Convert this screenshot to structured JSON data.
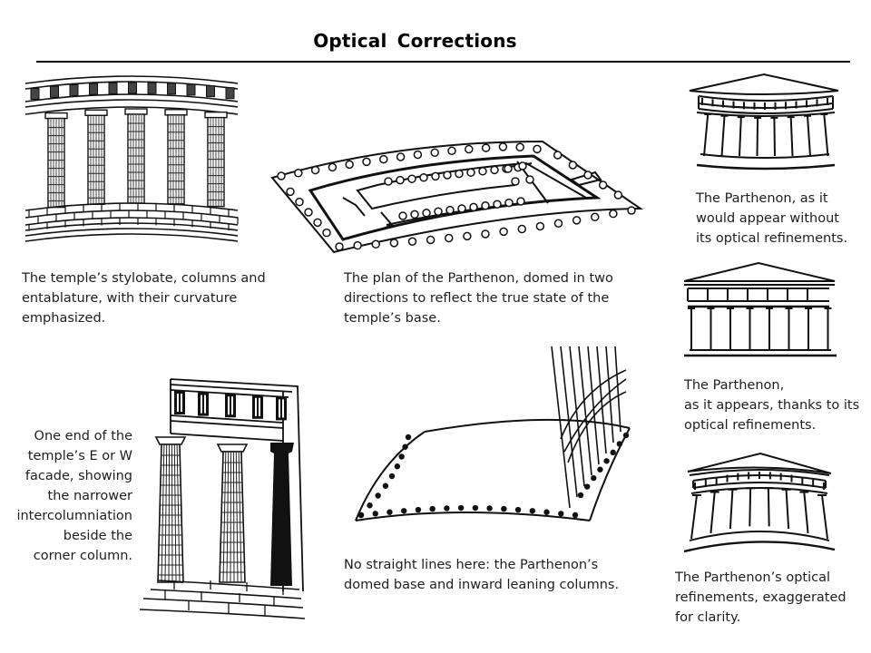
{
  "page": {
    "title": "Optical Corrections"
  },
  "figures": [
    {
      "id": "curved-colonnade",
      "caption": "The temple’s stylobate, columns and\nentablature, with their curvature\nemphasized."
    },
    {
      "id": "domed-plan",
      "caption": "The plan of the Parthenon, domed in two\ndirections to reflect the true state of the\ntemple’s base."
    },
    {
      "id": "without-refinements",
      "caption": "The Parthenon, as it\nwould appear without\nits optical refinements."
    },
    {
      "id": "as-it-appears",
      "caption": "The Parthenon,\nas it appears, thanks to its\noptical refinements."
    },
    {
      "id": "facade-end",
      "caption": "One end of the\ntemple’s E or W\nfacade, showing\nthe narrower\nintercolumniation\nbeside the\ncorner column."
    },
    {
      "id": "no-straight-lines",
      "caption": "No straight lines here: the Parthenon’s\ndomed base and inward leaning columns."
    },
    {
      "id": "exaggerated",
      "caption": "The Parthenon’s optical\nrefinements, exaggerated\nfor clarity."
    }
  ]
}
